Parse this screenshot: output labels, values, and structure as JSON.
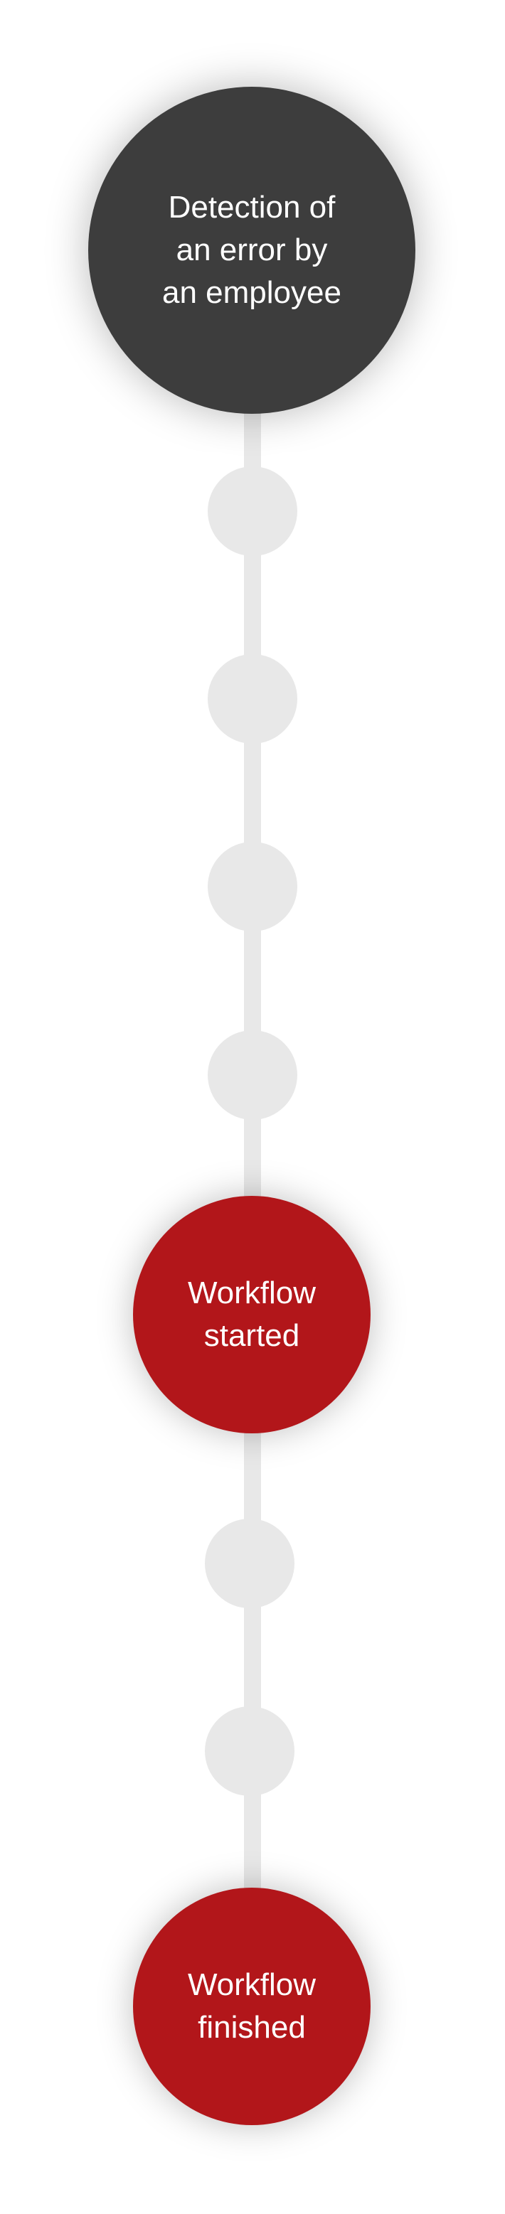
{
  "nodes": {
    "start": {
      "label": "Detection of\nan error by\nan employee",
      "color": "#3d3d3d"
    },
    "workflow_started": {
      "label": "Workflow\nstarted",
      "color": "#b2161a"
    },
    "workflow_finished": {
      "label": "Workflow\nfinished",
      "color": "#b2161a"
    }
  },
  "colors": {
    "step_fill": "#e8e8e8",
    "background": "#ffffff"
  }
}
